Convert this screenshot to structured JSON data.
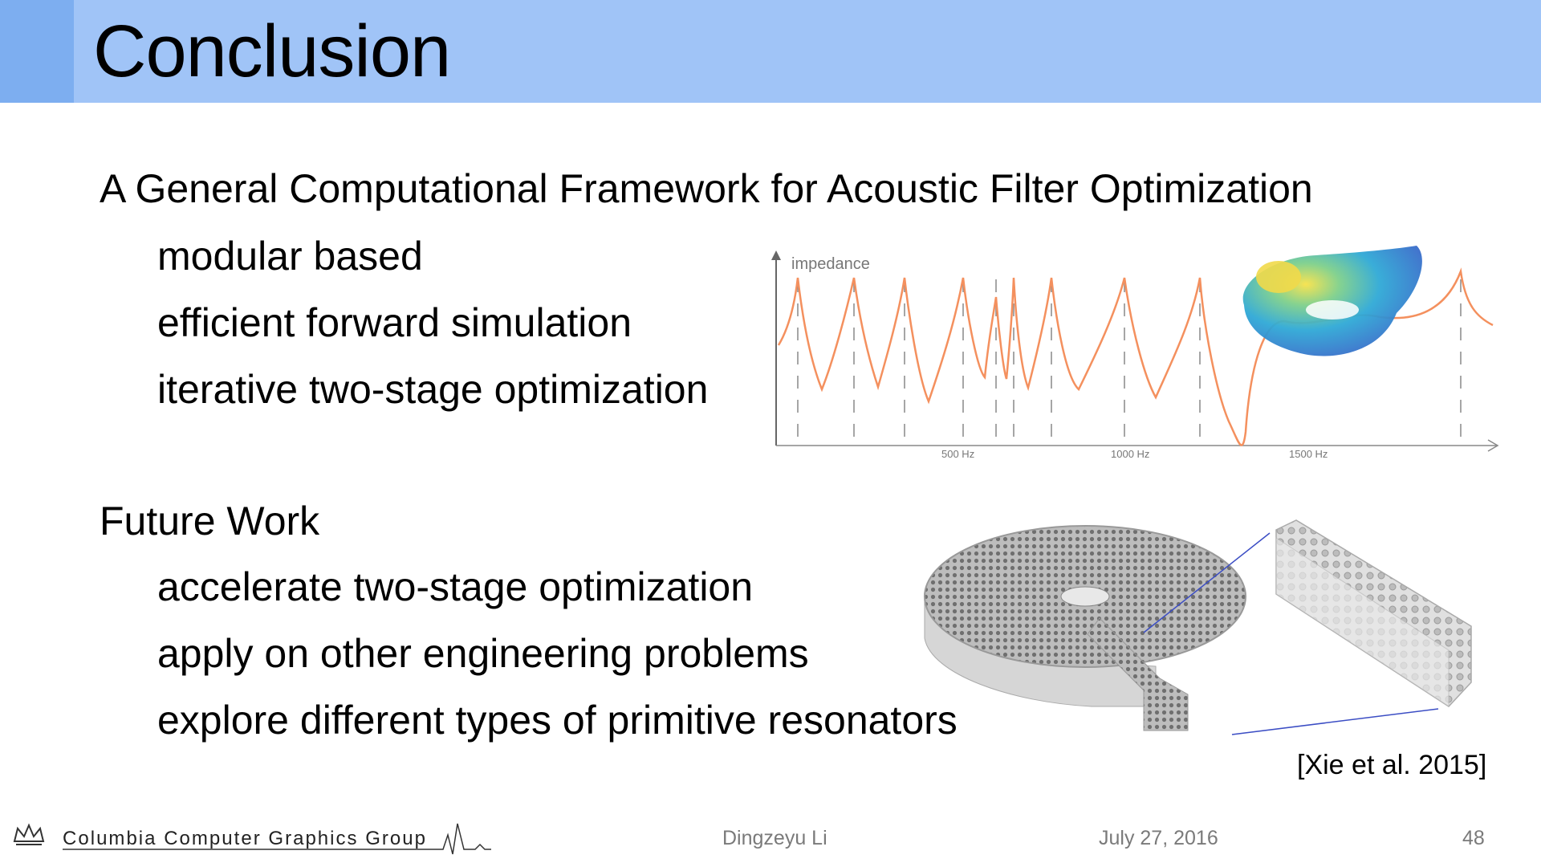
{
  "slide": {
    "title": "Conclusion"
  },
  "sections": [
    {
      "heading": "A General Computational Framework for Acoustic Filter Optimization",
      "bullets": [
        "modular based",
        "efficient forward simulation",
        "iterative two-stage optimization"
      ]
    },
    {
      "heading": "Future Work",
      "bullets": [
        "accelerate two-stage optimization",
        "apply on other engineering problems",
        "explore different types of primitive resonators"
      ]
    }
  ],
  "impedance_plot": {
    "ylabel": "impedance",
    "tick_labels": [
      "500 Hz",
      "1000 Hz",
      "1500 Hz"
    ],
    "line_color": "#f4905e"
  },
  "citation": "[Xie et al. 2015]",
  "footer": {
    "logo_text": "Columbia Computer Graphics Group",
    "author": "Dingzeyu Li",
    "date": "July 27, 2016",
    "page_number": "48"
  },
  "colors": {
    "header_bar": "#a0c4f7",
    "header_accent": "#7daef0",
    "footer_text": "#7a7a7a"
  }
}
